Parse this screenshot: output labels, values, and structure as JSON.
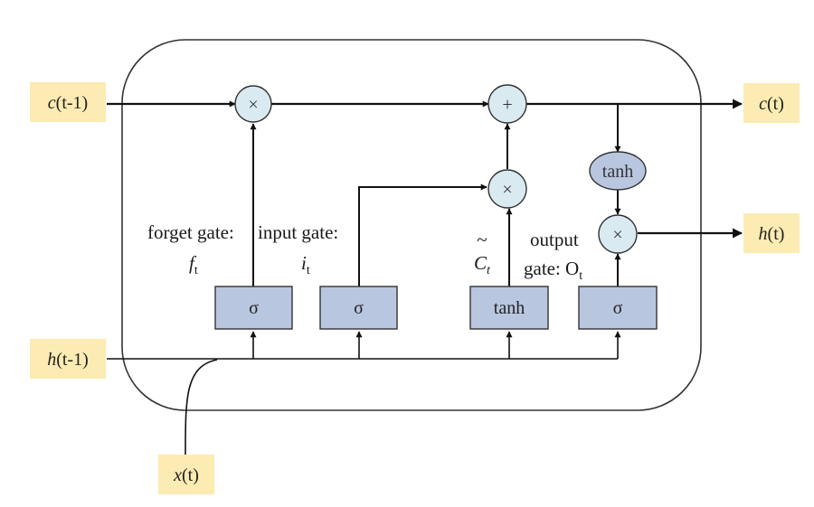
{
  "inputs": {
    "c_prev": {
      "var": "c",
      "rest": "(t-1)"
    },
    "h_prev": {
      "var": "h",
      "rest": "(t-1)"
    },
    "x_t": {
      "var": "x",
      "rest": "(t)"
    }
  },
  "outputs": {
    "c_t": {
      "var": "c",
      "rest": "(t)"
    },
    "h_t": {
      "var": "h",
      "rest": "(t)"
    }
  },
  "operators": {
    "multiply": "×",
    "add": "+",
    "tanh_cell": "tanh"
  },
  "gates": {
    "forget": {
      "label": "forget gate:",
      "symbol": "f",
      "sub": "t",
      "activation": "σ"
    },
    "input": {
      "label": "input gate:",
      "symbol": "i",
      "sub": "t",
      "activation": "σ"
    },
    "candidate": {
      "symbol": "C",
      "tilde": "~",
      "sub": "t",
      "activation": "tanh"
    },
    "output": {
      "label_line1": "output",
      "label_line2": "gate: O",
      "sub": "t",
      "activation": "σ"
    }
  },
  "colors": {
    "io_box": "#fcebb2",
    "op_circle": "#d9eaf1",
    "gate_box": "#b9c6e0",
    "tanh_ellipse": "#b9c6e0",
    "line": "#111111",
    "frame": "#333333"
  }
}
